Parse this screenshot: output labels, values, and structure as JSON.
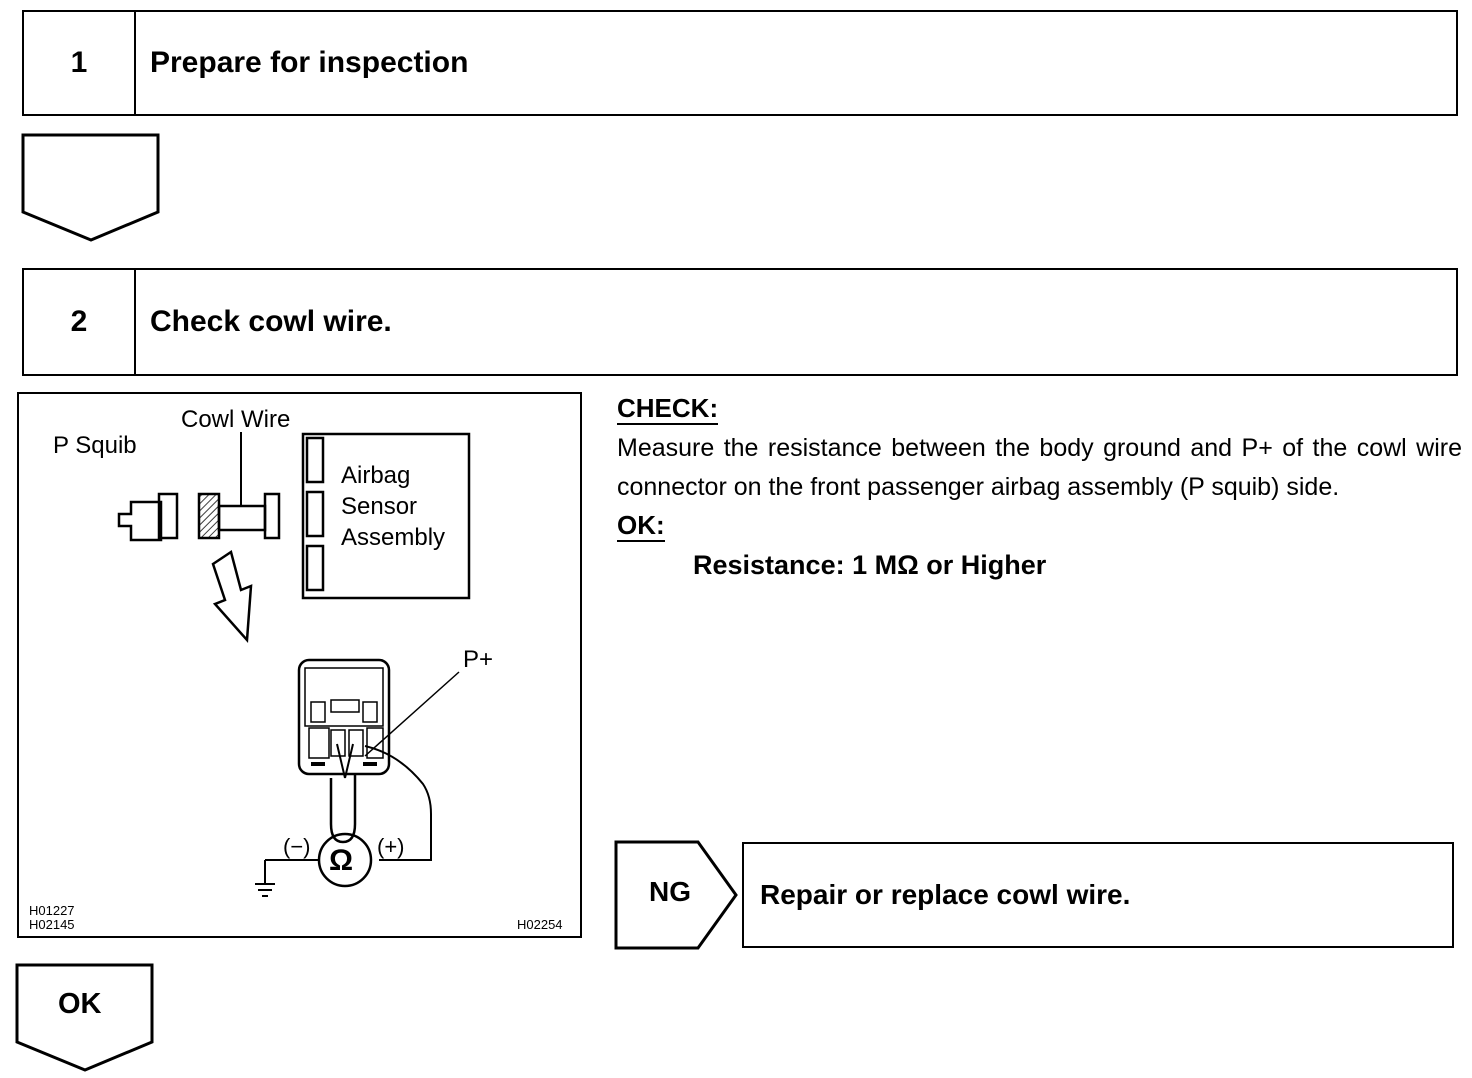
{
  "steps": [
    {
      "number": "1",
      "title": "Prepare for inspection"
    },
    {
      "number": "2",
      "title": "Check cowl wire."
    }
  ],
  "figure": {
    "labels": {
      "p_squib": "P Squib",
      "cowl_wire": "Cowl Wire",
      "airbag_1": "Airbag",
      "airbag_2": "Sensor",
      "airbag_3": "Assembly",
      "p_plus": "P+",
      "minus": "(−)",
      "plus": "(+)",
      "ohm": "Ω"
    },
    "codes": {
      "left_1": "H01227",
      "left_2": "H02145",
      "right": "H02254"
    }
  },
  "check": {
    "heading": "CHECK:",
    "text": "Measure the resistance between the body ground and P+ of the cowl wire connector on the front passenger airbag assembly (P squib) side.",
    "ok_heading": "OK:",
    "spec": "Resistance: 1 MΩ or Higher"
  },
  "results": {
    "ng_label": "NG",
    "ng_action": "Repair or replace cowl wire.",
    "ok_label": "OK"
  }
}
